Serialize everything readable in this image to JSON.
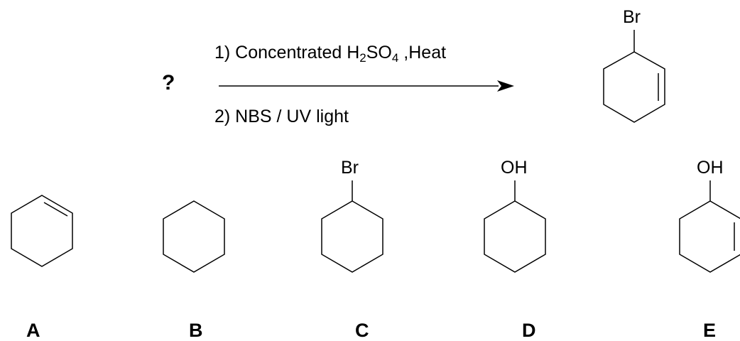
{
  "question": {
    "unknown_mark": "?"
  },
  "reaction": {
    "step1": {
      "prefix": "1)  Concentrated H",
      "sub1": "2",
      "mid": "SO",
      "sub2": "4",
      "suffix": " ,Heat"
    },
    "step2": "2)  NBS / UV light"
  },
  "product": {
    "substituent": "Br"
  },
  "choices": [
    {
      "letter": "A",
      "substituent": ""
    },
    {
      "letter": "B",
      "substituent": ""
    },
    {
      "letter": "C",
      "substituent": "Br"
    },
    {
      "letter": "D",
      "substituent": "OH"
    },
    {
      "letter": "E",
      "substituent": "OH"
    }
  ]
}
